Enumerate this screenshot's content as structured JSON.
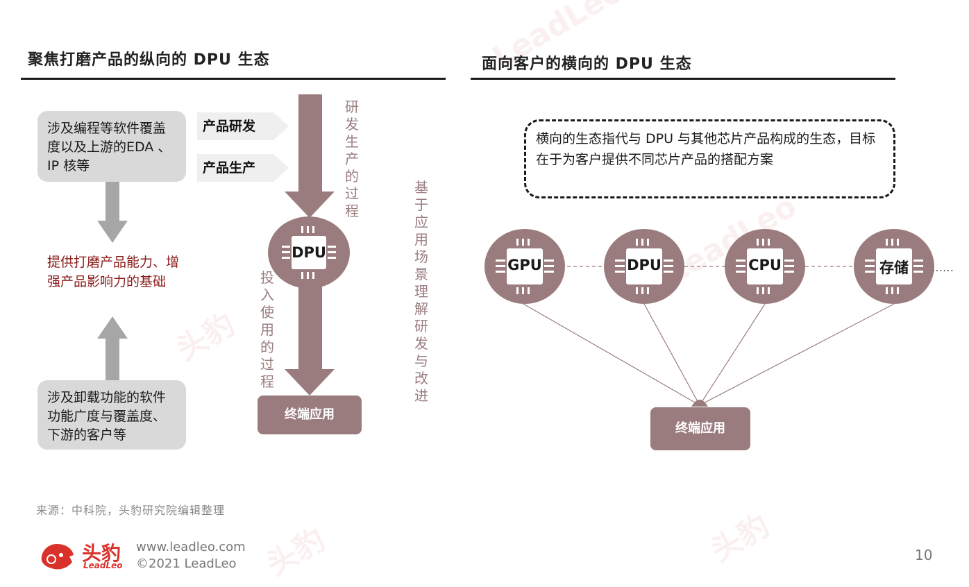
{
  "watermark": {
    "cn": "头豹",
    "en": "LeadLeo"
  },
  "left": {
    "title": "聚焦打磨产品的纵向的 DPU 生态",
    "box_top": "涉及编程等软件覆盖度以及上游的EDA 、 IP 核等",
    "middle_text": "提供打磨产品能力、增强产品影响力的基础",
    "box_bottom": "涉及卸载功能的软件功能广度与覆盖度、下游的客户等",
    "tags": [
      "产品研发",
      "产品生产"
    ],
    "vtext_dev": "研发生产的过程",
    "vtext_use": "投入使用的过程",
    "vtext_app": "基于应用场景理解研发与改进",
    "chip_label": "DPU",
    "terminal": "终端应用"
  },
  "right": {
    "title": "面向客户的横向的 DPU 生态",
    "description": "横向的生态指代与  DPU  与其他芯片产品构成的生态，目标在于为客户提供不同芯片产品的搭配方案",
    "chips": [
      "GPU",
      "DPU",
      "CPU",
      "存储"
    ],
    "ellipsis": "……",
    "terminal": "终端应用"
  },
  "source": "来源：中科院，头豹研究院编辑整理",
  "footer": {
    "logo_cn": "头豹",
    "logo_en": "LeadLeo",
    "url": "www.leadleo.com",
    "copyright": "©2021 LeadLeo"
  },
  "page_number": "10",
  "colors": {
    "chip": "#9b7c7e",
    "accent_red": "#8b1a1a",
    "grey_box": "#d9d9d9",
    "arrow_grey": "#a6a6a6",
    "logo_red": "#d9322b"
  }
}
